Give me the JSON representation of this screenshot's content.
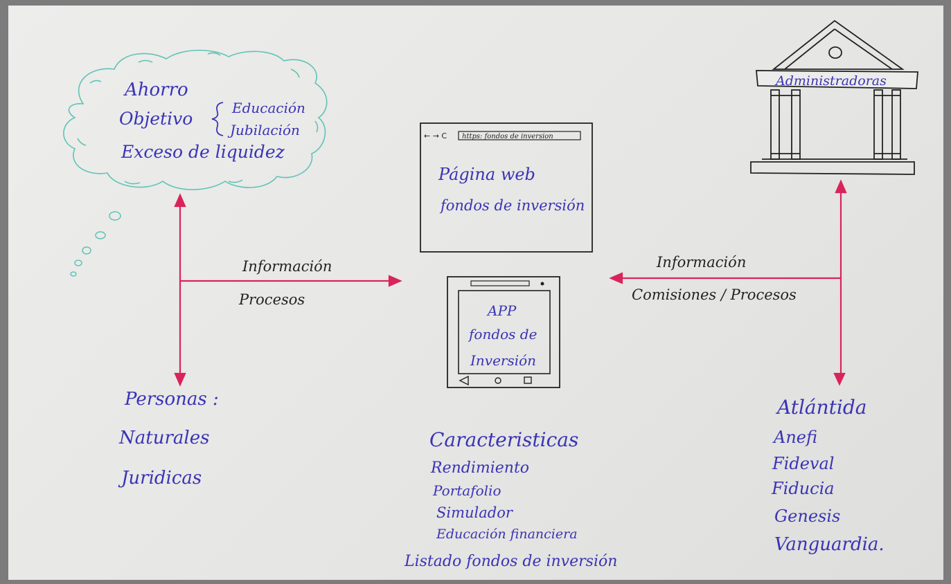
{
  "thought_bubble": {
    "items": [
      "Ahorro",
      "Objetivo",
      "Exceso de liquidez"
    ],
    "objective_branches": [
      "Educación",
      "Jubilación"
    ]
  },
  "personas": {
    "title": "Personas :",
    "items": [
      "Naturales",
      "Juridicas"
    ]
  },
  "left_arrow_labels": {
    "top": "Información",
    "bottom": "Procesos"
  },
  "right_arrow_labels": {
    "top": "Información",
    "bottom": "Comisiones / Procesos"
  },
  "website": {
    "url": "https: fondos de inversion",
    "line1": "Página web",
    "line2": "fondos de inversión"
  },
  "app": {
    "line1": "APP",
    "line2": "fondos de",
    "line3": "Inversión"
  },
  "caracteristicas": {
    "title": "Caracteristicas",
    "items": [
      "Rendimiento",
      "Portafolio",
      "Simulador",
      "Educación financiera",
      "Listado fondos de inversión"
    ]
  },
  "administradoras": {
    "title": "Administradoras",
    "items": [
      "Atlántida",
      "Anefi",
      "Fideval",
      "Fiducia",
      "Genesis",
      "Vanguardia."
    ]
  },
  "colors": {
    "ink_blue": "#3a33b5",
    "arrow_red": "#d8245a",
    "cloud_teal": "#5fc3b6",
    "ink_black": "#222222"
  }
}
